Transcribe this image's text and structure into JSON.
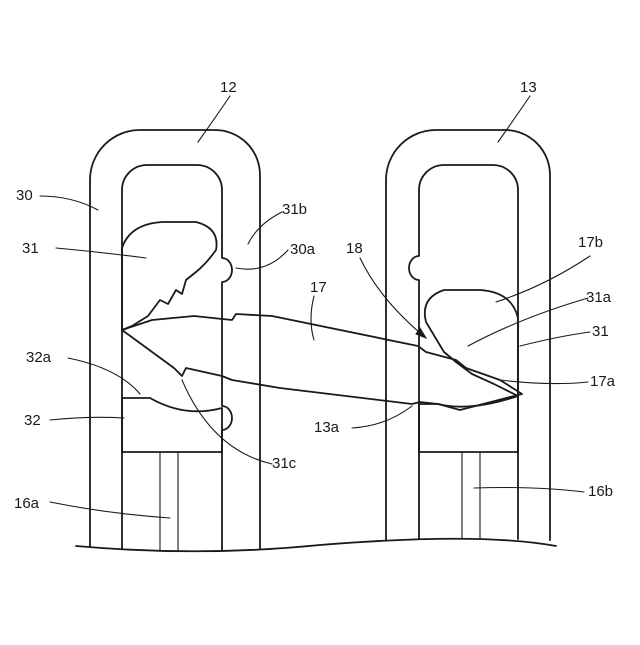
{
  "figure": {
    "description_free": true,
    "labels": {
      "l12": "12",
      "l13": "13",
      "l30": "30",
      "l31_left": "31",
      "l31b": "31b",
      "l30a": "30a",
      "l18": "18",
      "l17b": "17b",
      "l17": "17",
      "l31a": "31a",
      "l31_right": "31",
      "l32a": "32a",
      "l32": "32",
      "l17a": "17a",
      "l13a": "13a",
      "l31c": "31c",
      "l16a": "16a",
      "l16b": "16b"
    }
  }
}
